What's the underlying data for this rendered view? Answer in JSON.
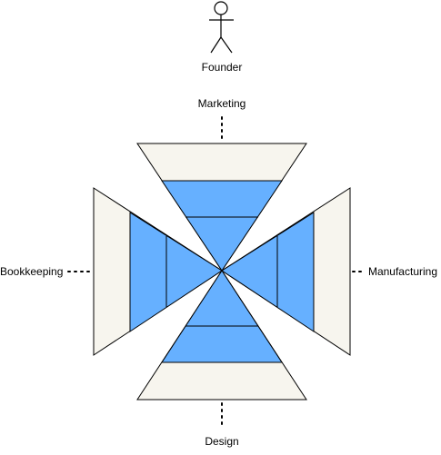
{
  "actor": {
    "label": "Founder",
    "icon": "stick-figure-icon"
  },
  "departments": {
    "top": "Marketing",
    "left": "Bookkeeping",
    "right": "Manufacturing",
    "bottom": "Design"
  },
  "colors": {
    "outer_fill": "#f7f5ee",
    "inner_fill": "#66b0ff",
    "stroke": "#000000",
    "connector": "#000000"
  }
}
